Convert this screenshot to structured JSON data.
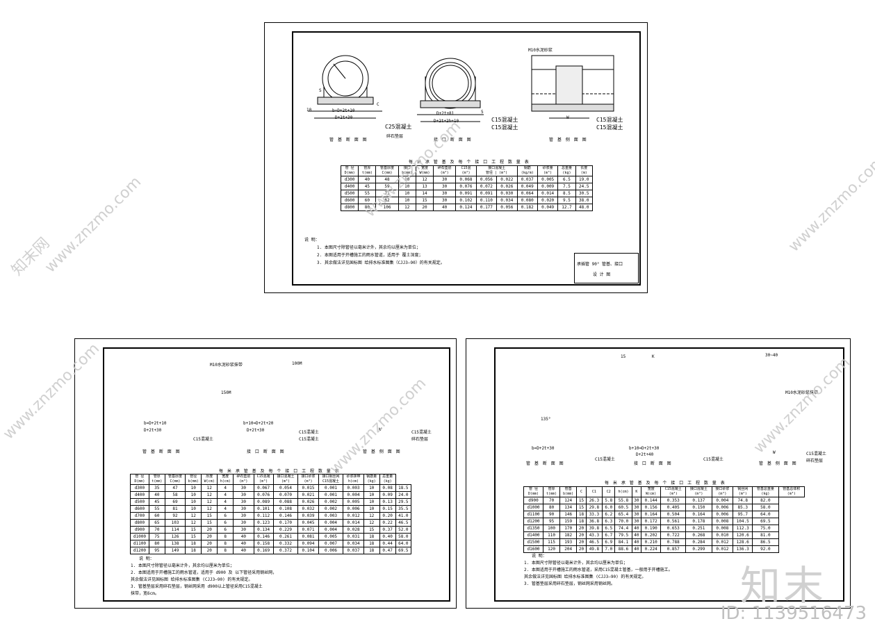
{
  "watermark": {
    "site": "www.znzmo.com",
    "cn": "知末网",
    "brand": "知末",
    "id": "ID: 1139516473"
  },
  "top_sheet": {
    "section_titles": [
      "管 基 断 面 图",
      "接 口 断 面 图",
      "管 基 侧 面 图"
    ],
    "dims": {
      "b1": "b=D+2t+10",
      "d1": "D+2t+30",
      "c25": "C25混凝土",
      "cushion1": "碎石垫层",
      "b2": "D+2t+81",
      "d2": "D+2t+2h+10",
      "c15a": "C15混凝土",
      "c15b": "C15混凝土",
      "m10": "M10水泥砂浆",
      "c15c": "C15混凝土",
      "c15d": "C15混凝土",
      "w": "W",
      "ten": "10",
      "c": "C",
      "five": "5",
      "s": "S"
    },
    "table_title": "每 米 承 管 基 及 每 个 接 口 工 程 数 量 表",
    "headers": [
      "管 径\nD(mm)",
      "管厚\nt(mm)",
      "管基厚度\nC(mm)",
      "接口\nb(mm)",
      "宽度\nW(mm)",
      "碎石垫层\n(m³)",
      "C15混凝土\n(m³)",
      "接口混凝土\n管径(mm)",
      "接口混凝土\n(m³)",
      "钢筋\n(kg/m)",
      "砂浆量\n(m³)",
      "总重量\n(kg)"
    ],
    "rows": [
      [
        "d300",
        "40",
        "48",
        "10",
        "12",
        "30",
        "0.068",
        "0.056",
        "0.022",
        "0.037",
        "0.005",
        "6.5",
        "19.0"
      ],
      [
        "d400",
        "45",
        "59",
        "10",
        "13",
        "30",
        "0.076",
        "0.072",
        "0.026",
        "0.049",
        "0.009",
        "7.5",
        "24.5"
      ],
      [
        "d500",
        "55",
        "71",
        "10",
        "14",
        "30",
        "0.091",
        "0.091",
        "0.030",
        "0.064",
        "0.014",
        "8.5",
        "30.5"
      ],
      [
        "d600",
        "60",
        "82",
        "10",
        "15",
        "30",
        "0.102",
        "0.110",
        "0.034",
        "0.080",
        "0.020",
        "9.5",
        "38.0"
      ],
      [
        "d800",
        "80",
        "106",
        "12",
        "20",
        "40",
        "0.124",
        "0.177",
        "0.056",
        "0.182",
        "0.049",
        "12.7",
        "48.0"
      ]
    ],
    "notes_title": "说  明：",
    "notes": [
      "1. 本图尺寸除管径以毫米计外，其余均以厘米为单位；",
      "2. 本图适用于开槽施工的雨水管道，适用于 覆土深度；",
      "3. 其余做法详见国标图 给排水标准图集（CJJ3—90）的有关规定。"
    ],
    "title_block": [
      "承插管 90° 管基、接口",
      "设 计 图"
    ]
  },
  "left_sheet": {
    "section_titles": [
      "管 基 断 面 图",
      "接 口 断 面 图",
      "管 基 侧 面 图"
    ],
    "dims": {
      "m10": "M10水泥砂浆抹带",
      "d100": "100M",
      "w150": "150M",
      "b": "b=D+2t+10",
      "d": "D+2t+30",
      "b2": "b+10=D+2t+20",
      "d2": "D+2t+30",
      "c15a": "C15混凝土",
      "c15b": "C15混凝土",
      "c15c": "C15混凝土",
      "c15d": "C15混凝土",
      "cushion": "碎石垫层",
      "w": "W"
    },
    "table_title": "每 米 承 管 基 及 每 个 接 口 工 程 数 量 表",
    "headers": [
      "管 径\nD(mm)",
      "管厚\nt(mm)",
      "管基厚度\nC(mm)",
      "管径\nb(mm)",
      "厚度\nW(cm)",
      "宽度\nh(cm)",
      "碎石垫层\n(m³)",
      "C15混凝\n(m³)",
      "接口混凝土\n(m³)",
      "接口砂浆\n(m³)",
      "接口钢丝网\nC15混凝土",
      "砂浆抹带\nh(cm)",
      "钢筋量\n(kg)",
      "总重量\n(kg)"
    ],
    "rows": [
      [
        "d300",
        "35",
        "47",
        "10",
        "12",
        "4",
        "30",
        "0.067",
        "0.054",
        "0.015",
        "0.001",
        "0.003",
        "10",
        "0.08",
        "18.5"
      ],
      [
        "d400",
        "40",
        "58",
        "10",
        "12",
        "4",
        "30",
        "0.076",
        "0.070",
        "0.021",
        "0.001",
        "0.004",
        "10",
        "0.09",
        "24.0"
      ],
      [
        "d500",
        "45",
        "69",
        "10",
        "12",
        "4",
        "30",
        "0.089",
        "0.088",
        "0.026",
        "0.002",
        "0.005",
        "10",
        "0.13",
        "29.5"
      ],
      [
        "d600",
        "55",
        "81",
        "10",
        "12",
        "4",
        "30",
        "0.101",
        "0.108",
        "0.032",
        "0.002",
        "0.006",
        "10",
        "0.15",
        "35.5"
      ],
      [
        "d700",
        "60",
        "92",
        "12",
        "15",
        "6",
        "30",
        "0.112",
        "0.146",
        "0.039",
        "0.003",
        "0.012",
        "12",
        "0.20",
        "41.0"
      ],
      [
        "d800",
        "65",
        "103",
        "12",
        "15",
        "6",
        "30",
        "0.123",
        "0.170",
        "0.045",
        "0.004",
        "0.014",
        "12",
        "0.22",
        "46.5"
      ],
      [
        "d900",
        "70",
        "114",
        "15",
        "20",
        "6",
        "30",
        "0.134",
        "0.229",
        "0.071",
        "0.004",
        "0.028",
        "15",
        "0.37",
        "52.0"
      ],
      [
        "d1000",
        "75",
        "126",
        "15",
        "20",
        "8",
        "40",
        "0.146",
        "0.261",
        "0.081",
        "0.005",
        "0.031",
        "18",
        "0.40",
        "58.0"
      ],
      [
        "d1100",
        "80",
        "138",
        "18",
        "20",
        "8",
        "40",
        "0.158",
        "0.332",
        "0.094",
        "0.007",
        "0.034",
        "18",
        "0.44",
        "64.0"
      ],
      [
        "d1200",
        "95",
        "149",
        "18",
        "20",
        "8",
        "40",
        "0.169",
        "0.372",
        "0.104",
        "0.006",
        "0.037",
        "18",
        "0.47",
        "69.5"
      ]
    ],
    "notes_title": "说  明：",
    "notes": [
      "1. 本图尺寸除管径以毫米计外，其余均以厘米为单位；",
      "2. 本图适用于开槽施工的雨水管道，适用于 d900 及 以下管径采用钢丝网，",
      "   其余做法详见国标图      给排水标准图集 (CJJ3—90) 的有关规定。",
      "3. 管基垫层采用碎石垫层，钢丝网采用          d900以上管径采用C15混凝土",
      "   抹带，宽6cm。"
    ]
  },
  "right_sheet": {
    "section_titles": [
      "管 基 断 面 图",
      "接 口 断 面 图",
      "管 基 侧 面 图"
    ],
    "dims": {
      "fifteen": "15",
      "k": "K",
      "b": "b=D+2t+30",
      "d": "D+2t+40",
      "b2": "b+10=D+2t+30",
      "range": "30~40",
      "m10": "M10水泥砂浆抹带",
      "c15a": "C15混凝土",
      "c15b": "C15混凝土",
      "c15c": "C15混凝土",
      "cushion": "碎石垫层",
      "w": "W",
      "angle": "135°"
    },
    "table_title": "每 米 承 管 基 及 每 个 接 口 工 程 数 量 表",
    "headers": [
      "管 径\nD(mm)",
      "管厚\nt(mm)",
      "管基\nb(mm)",
      "C",
      "C1",
      "C2",
      "h(cm)",
      "K",
      "宽度\nW(cm)",
      "C15混凝土\n(m³)",
      "接口混凝土\n(m³)",
      "接口砂浆\n(m³)",
      "钢丝网\n(m²)",
      "管基总重量\n(kg)",
      "管基总体积\n(m³)"
    ],
    "rows": [
      [
        "d900",
        "70",
        "124",
        "15",
        "26.3",
        "5.8",
        "55.8",
        "30",
        "0.144",
        "0.353",
        "0.137",
        "0.004",
        "74.8",
        "82.0"
      ],
      [
        "d1000",
        "80",
        "134",
        "15",
        "29.8",
        "6.0",
        "60.5",
        "30",
        "0.156",
        "0.405",
        "0.150",
        "0.006",
        "85.3",
        "58.0"
      ],
      [
        "d1100",
        "90",
        "146",
        "18",
        "33.3",
        "6.2",
        "65.4",
        "30",
        "0.164",
        "0.504",
        "0.164",
        "0.006",
        "95.7",
        "64.0"
      ],
      [
        "d1200",
        "95",
        "159",
        "18",
        "36.8",
        "6.3",
        "70.0",
        "30",
        "0.172",
        "0.561",
        "0.178",
        "0.008",
        "104.5",
        "69.5"
      ],
      [
        "d1350",
        "100",
        "170",
        "20",
        "39.8",
        "6.5",
        "74.4",
        "40",
        "0.190",
        "0.653",
        "0.251",
        "0.008",
        "112.3",
        "75.0"
      ],
      [
        "d1400",
        "110",
        "182",
        "20",
        "43.3",
        "6.7",
        "79.5",
        "40",
        "0.202",
        "0.722",
        "0.268",
        "0.010",
        "120.6",
        "81.0"
      ],
      [
        "d1500",
        "115",
        "193",
        "20",
        "46.5",
        "6.9",
        "84.1",
        "40",
        "0.210",
        "0.788",
        "0.284",
        "0.012",
        "128.6",
        "86.5"
      ],
      [
        "d1600",
        "120",
        "204",
        "20",
        "49.8",
        "7.0",
        "88.6",
        "40",
        "0.224",
        "0.857",
        "0.299",
        "0.012",
        "136.3",
        "92.0"
      ]
    ],
    "notes_title": "说  明：",
    "notes": [
      "1. 本图尺寸除管径以毫米计外，其余均以厘米为单位；",
      "2. 本图适用于开槽施工的雨水管道，采用C15混凝土管基，一般用于开槽施工。",
      "   其余做法详见国标图      给排水标准图集 (CJJ3—90) 的有关规定。",
      "3. 管基垫层采用碎石垫层，钢丝网采用钢丝网。"
    ]
  }
}
